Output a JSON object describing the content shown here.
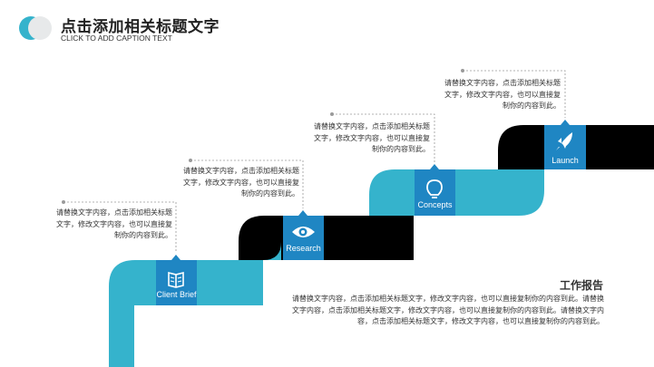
{
  "header": {
    "title": "点击添加相关标题文字",
    "subtitle": "CLICK TO ADD CAPTION TEXT"
  },
  "colors": {
    "accent": "#35b3cc",
    "dark": "#000000",
    "icon_box": "#1f86c3",
    "logo_light": "#e7e9ea"
  },
  "steps": [
    {
      "label": "Client Brief",
      "icon": "book-icon",
      "description": "请替换文字内容，点击添加相关标题文字，修改文字内容，也可以直接复制你的内容到此。"
    },
    {
      "label": "Research",
      "icon": "eye-icon",
      "description": "请替换文字内容，点击添加相关标题文字，修改文字内容，也可以直接复制你的内容到此。"
    },
    {
      "label": "Concepts",
      "icon": "lightbulb-icon",
      "description": "请替换文字内容，点击添加相关标题文字，修改文字内容，也可以直接复制你的内容到此。"
    },
    {
      "label": "Launch",
      "icon": "rocket-icon",
      "description": "请替换文字内容，点击添加相关标题文字，修改文字内容，也可以直接复制你的内容到此。"
    }
  ],
  "report": {
    "title": "工作报告",
    "body": "请替换文字内容，点击添加相关标题文字，修改文字内容，也可以直接复制你的内容到此。请替换文字内容，点击添加相关标题文字，修改文字内容，也可以直接复制你的内容到此。请替换文字内容，点击添加相关标题文字，修改文字内容，也可以直接复制你的内容到此。"
  }
}
